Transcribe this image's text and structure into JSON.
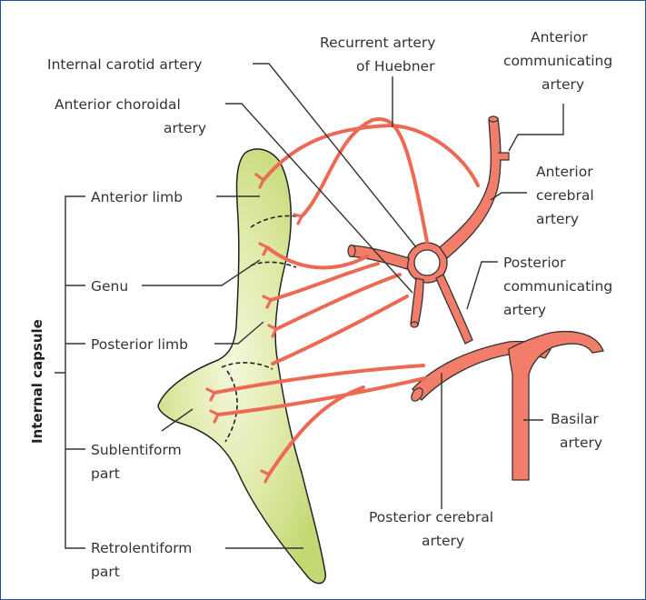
{
  "diagram": {
    "colors": {
      "capsule_fill": "#c9dc7e",
      "capsule_highlight": "#f2f6d8",
      "artery": "#ec6a54",
      "vessel": "#f27d6a",
      "frame": "#1e4fa0",
      "text": "#333333"
    },
    "vertical_label": "Internal capsule",
    "capsule_parts": {
      "anterior_limb": "Anterior limb",
      "genu": "Genu",
      "posterior_limb": "Posterior limb",
      "sublentiform_1": "Sublentiform",
      "sublentiform_2": "part",
      "retrolentiform_1": "Retrolentiform",
      "retrolentiform_2": "part"
    },
    "vessels": {
      "internal_carotid": "Internal carotid artery",
      "anterior_choroidal_1": "Anterior choroidal",
      "anterior_choroidal_2": "artery",
      "recurrent_1": "Recurrent artery",
      "recurrent_2": "of Huebner",
      "anterior_communicating_1": "Anterior",
      "anterior_communicating_2": "communicating",
      "anterior_communicating_3": "artery",
      "anterior_cerebral_1": "Anterior",
      "anterior_cerebral_2": "cerebral",
      "anterior_cerebral_3": "artery",
      "posterior_communicating_1": "Posterior",
      "posterior_communicating_2": "communicating",
      "posterior_communicating_3": "artery",
      "basilar_1": "Basilar",
      "basilar_2": "artery",
      "posterior_cerebral_1": "Posterior cerebral",
      "posterior_cerebral_2": "artery"
    }
  }
}
